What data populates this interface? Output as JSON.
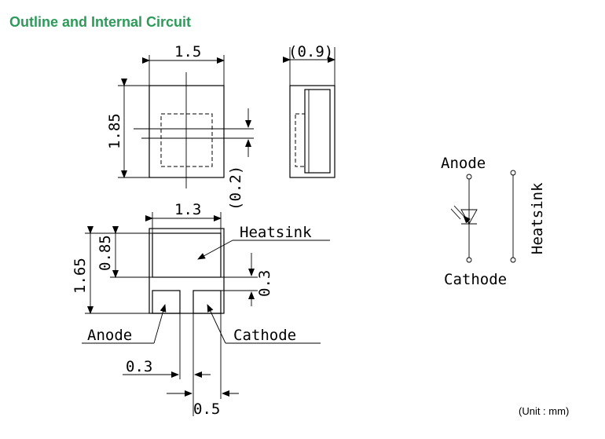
{
  "title": "Outline and Internal Circuit",
  "unit_note": "(Unit : mm)",
  "colors": {
    "title": "#2e9a5a",
    "line": "#000000"
  },
  "top_view": {
    "width": "1.5",
    "height": "1.85",
    "offset": "(0.2)"
  },
  "side_view": {
    "thickness": "(0.9)"
  },
  "bottom_view": {
    "width": "1.3",
    "height_total": "1.65",
    "heatsink_height": "0.85",
    "gap": "0.3",
    "pad_width": "0.3",
    "pad_pitch": "0.5",
    "heatsink_label": "Heatsink",
    "anode_label": "Anode",
    "cathode_label": "Cathode"
  },
  "circuit": {
    "anode_label": "Anode",
    "cathode_label": "Cathode",
    "heatsink_label": "Heatsink"
  }
}
